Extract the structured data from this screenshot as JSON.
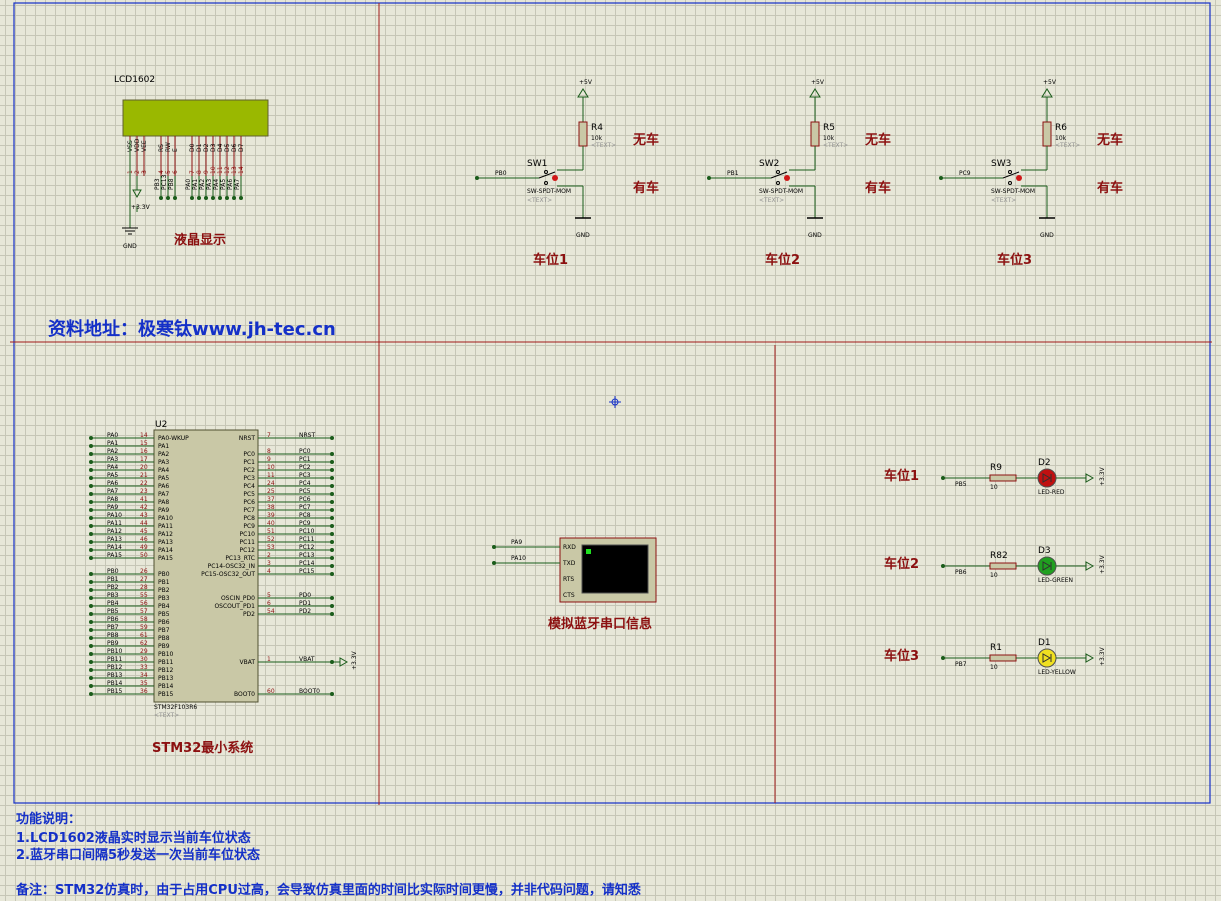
{
  "lcd": {
    "name": "LCD1602",
    "title": "液晶显示",
    "pin_names": [
      "VSS",
      "VDD",
      "VEE",
      "RS",
      "RW",
      "E",
      "D0",
      "D1",
      "D2",
      "D3",
      "D4",
      "D5",
      "D6",
      "D7"
    ],
    "pin_nums": [
      "1",
      "2",
      "3",
      "4",
      "5",
      "6",
      "7",
      "8",
      "9",
      "10",
      "11",
      "12",
      "13",
      "14"
    ],
    "nets": [
      "PB3",
      "PC13",
      "PB8",
      "PA0",
      "PA1",
      "PA2",
      "PA3",
      "PA4",
      "PA5",
      "PA6",
      "PA7"
    ],
    "supply": "+3.3V",
    "gnd": "GND"
  },
  "switches": [
    {
      "sw": "SW1",
      "res": "R4",
      "val": "10k",
      "net": "PB0",
      "caption": "车位1"
    },
    {
      "sw": "SW2",
      "res": "R5",
      "val": "10k",
      "net": "PB1",
      "caption": "车位2"
    },
    {
      "sw": "SW3",
      "res": "R6",
      "val": "10k",
      "net": "PC9",
      "caption": "车位3"
    }
  ],
  "switch_common": {
    "type": "SW-SPDT-MOM",
    "text": "<TEXT>",
    "vcc": "+5V",
    "gnd": "GND",
    "no_car": "无车",
    "car": "有车"
  },
  "watermark": "资料地址：极寒钛www.jh-tec.cn",
  "mcu": {
    "ref": "U2",
    "part": "STM32F103R6",
    "text": "<TEXT>",
    "title": "STM32最小系统",
    "left_pins": [
      [
        "PA0",
        "14",
        "PA0-WKUP"
      ],
      [
        "PA1",
        "15",
        "PA1"
      ],
      [
        "PA2",
        "16",
        "PA2"
      ],
      [
        "PA3",
        "17",
        "PA3"
      ],
      [
        "PA4",
        "20",
        "PA4"
      ],
      [
        "PA5",
        "21",
        "PA5"
      ],
      [
        "PA6",
        "22",
        "PA6"
      ],
      [
        "PA7",
        "23",
        "PA7"
      ],
      [
        "PA8",
        "41",
        "PA8"
      ],
      [
        "PA9",
        "42",
        "PA9"
      ],
      [
        "PA10",
        "43",
        "PA10"
      ],
      [
        "PA11",
        "44",
        "PA11"
      ],
      [
        "PA12",
        "45",
        "PA12"
      ],
      [
        "PA13",
        "46",
        "PA13"
      ],
      [
        "PA14",
        "49",
        "PA14"
      ],
      [
        "PA15",
        "50",
        "PA15"
      ],
      [
        "PB0",
        "26",
        "PB0"
      ],
      [
        "PB1",
        "27",
        "PB1"
      ],
      [
        "PB2",
        "28",
        "PB2"
      ],
      [
        "PB3",
        "55",
        "PB3"
      ],
      [
        "PB4",
        "56",
        "PB4"
      ],
      [
        "PB5",
        "57",
        "PB5"
      ],
      [
        "PB6",
        "58",
        "PB6"
      ],
      [
        "PB7",
        "59",
        "PB7"
      ],
      [
        "PB8",
        "61",
        "PB8"
      ],
      [
        "PB9",
        "62",
        "PB9"
      ],
      [
        "PB10",
        "29",
        "PB10"
      ],
      [
        "PB11",
        "30",
        "PB11"
      ],
      [
        "PB12",
        "33",
        "PB12"
      ],
      [
        "PB13",
        "34",
        "PB13"
      ],
      [
        "PB14",
        "35",
        "PB14"
      ],
      [
        "PB15",
        "36",
        "PB15"
      ]
    ],
    "right_pins": [
      [
        "NRST",
        "7",
        "NRST",
        0
      ],
      [
        "PC0",
        "8",
        "PC0",
        2
      ],
      [
        "PC1",
        "9",
        "PC1",
        3
      ],
      [
        "PC2",
        "10",
        "PC2",
        4
      ],
      [
        "PC3",
        "11",
        "PC3",
        5
      ],
      [
        "PC4",
        "24",
        "PC4",
        6
      ],
      [
        "PC5",
        "25",
        "PC5",
        7
      ],
      [
        "PC6",
        "37",
        "PC6",
        8
      ],
      [
        "PC7",
        "38",
        "PC7",
        9
      ],
      [
        "PC8",
        "39",
        "PC8",
        10
      ],
      [
        "PC9",
        "40",
        "PC9",
        11
      ],
      [
        "PC10",
        "51",
        "PC10",
        12
      ],
      [
        "PC11",
        "52",
        "PC11",
        13
      ],
      [
        "PC12",
        "53",
        "PC12",
        14
      ],
      [
        "PC13_RTC",
        "2",
        "PC13",
        15
      ],
      [
        "PC14-OSC32_IN",
        "3",
        "PC14",
        16
      ],
      [
        "PC15-OSC32_OUT",
        "4",
        "PC15",
        17
      ],
      [
        "OSCIN_PD0",
        "5",
        "PD0",
        20
      ],
      [
        "OSCOUT_PD1",
        "6",
        "PD1",
        21
      ],
      [
        "PD2",
        "54",
        "PD2",
        22
      ],
      [
        "VBAT",
        "1",
        "VBAT",
        28
      ],
      [
        "BOOT0",
        "60",
        "BOOT0",
        32
      ]
    ],
    "vbat_supply": "+3.3V"
  },
  "bt": {
    "pins": [
      "RXD",
      "TXD",
      "RTS",
      "CTS"
    ],
    "nets": [
      "PA9",
      "PA10"
    ],
    "title": "模拟蓝牙串口信息"
  },
  "leds": [
    {
      "caption": "车位1",
      "res": "R9",
      "val": "10",
      "net": "PB5",
      "led": "D2",
      "type": "LED-RED",
      "color": "#c01010",
      "supply": "+3.3V"
    },
    {
      "caption": "车位2",
      "res": "R82",
      "val": "10",
      "net": "PB6",
      "led": "D3",
      "type": "LED-GREEN",
      "color": "#20a020",
      "supply": "+3.3V"
    },
    {
      "caption": "车位3",
      "res": "R1",
      "val": "10",
      "net": "PB7",
      "led": "D1",
      "type": "LED-YELLOW",
      "color": "#f0e020",
      "supply": "+3.3V"
    }
  ],
  "notes": {
    "heading": "功能说明：",
    "line1": "1.LCD1602液晶实时显示当前车位状态",
    "line2": "2.蓝牙串口间隔5秒发送一次当前车位状态",
    "remark": "备注：STM32仿真时，由于占用CPU过高，会导致仿真里面的时间比实际时间更慢，并非代码问题，请知悉"
  },
  "colors": {
    "frame": "#1430c8",
    "divider": "#a01818",
    "wire": "#1a5c1a",
    "label_red": "#8c1010",
    "label_blue": "#1430c8",
    "component_fill": "#c9c8a6",
    "lcd_screen": "#9ab800"
  }
}
